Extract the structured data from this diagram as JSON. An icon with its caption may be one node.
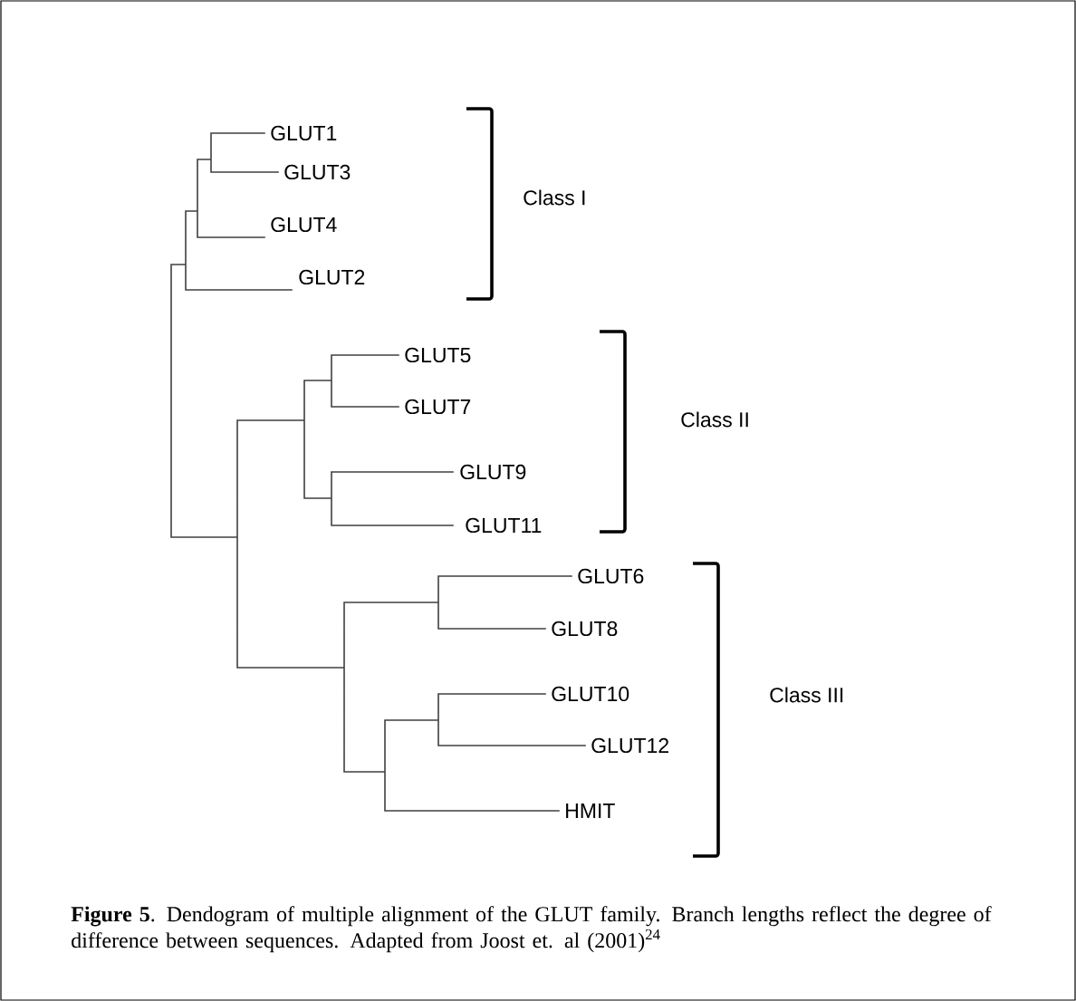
{
  "diagram": {
    "caption": "**Figure 5**. Dendogram of multiple alignment of the GLUT family. Branch lengths reflect the degree of difference between sequences. Adapted from Joost et. al (2001)$^{24}$",
    "labels": [
      "GLUT1",
      "GLUT3",
      "Class I",
      "GLUT4",
      "GLUT2",
      "GLUT5",
      "GLUT7",
      "Class II",
      "GLUT9",
      "GLUT11",
      "GLUT6",
      "GLUT8",
      "GLUT10",
      "Class III",
      "GLUT12",
      "HMIT"
    ]
  }
}
